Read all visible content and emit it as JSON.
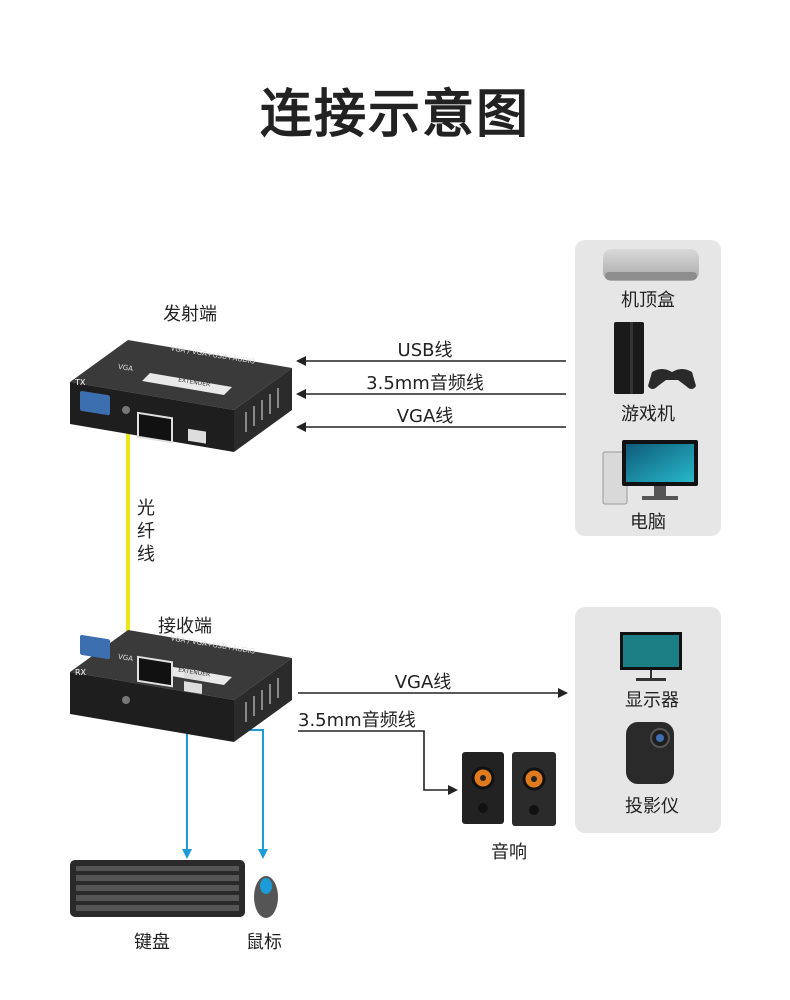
{
  "title": "连接示意图",
  "transmitter": {
    "label": "发射端",
    "badge": "TX",
    "top_text": "VGA / VGA+USB+AUDIO",
    "ribbon": "EXTENDER",
    "port_label": "VGA"
  },
  "receiver": {
    "label": "接收端",
    "badge": "RX",
    "top_text": "VGA / VGA+USB+AUDIO",
    "ribbon": "EXTENDER",
    "port_label": "VGA"
  },
  "fiber_label": [
    "光",
    "纤",
    "线"
  ],
  "sources": {
    "items": [
      {
        "label": "机顶盒",
        "icon": "set-top-box-icon"
      },
      {
        "label": "游戏机",
        "icon": "game-console-icon"
      },
      {
        "label": "电脑",
        "icon": "computer-icon"
      }
    ]
  },
  "outputs": {
    "items": [
      {
        "label": "显示器",
        "icon": "monitor-icon"
      },
      {
        "label": "投影仪",
        "icon": "projector-icon"
      }
    ]
  },
  "input_cables": [
    {
      "label": "USB线"
    },
    {
      "label": "3.5mm音频线"
    },
    {
      "label": "VGA线"
    }
  ],
  "output_cables": {
    "vga": "VGA线",
    "audio": "3.5mm音频线"
  },
  "speakers_label": "音响",
  "keyboard_label": "键盘",
  "mouse_label": "鼠标",
  "colors": {
    "fiber": "#f2e41b",
    "usb_line": "#1d9bd6",
    "panel": "#e6e6e6",
    "device_body": "#2b2b2b"
  }
}
